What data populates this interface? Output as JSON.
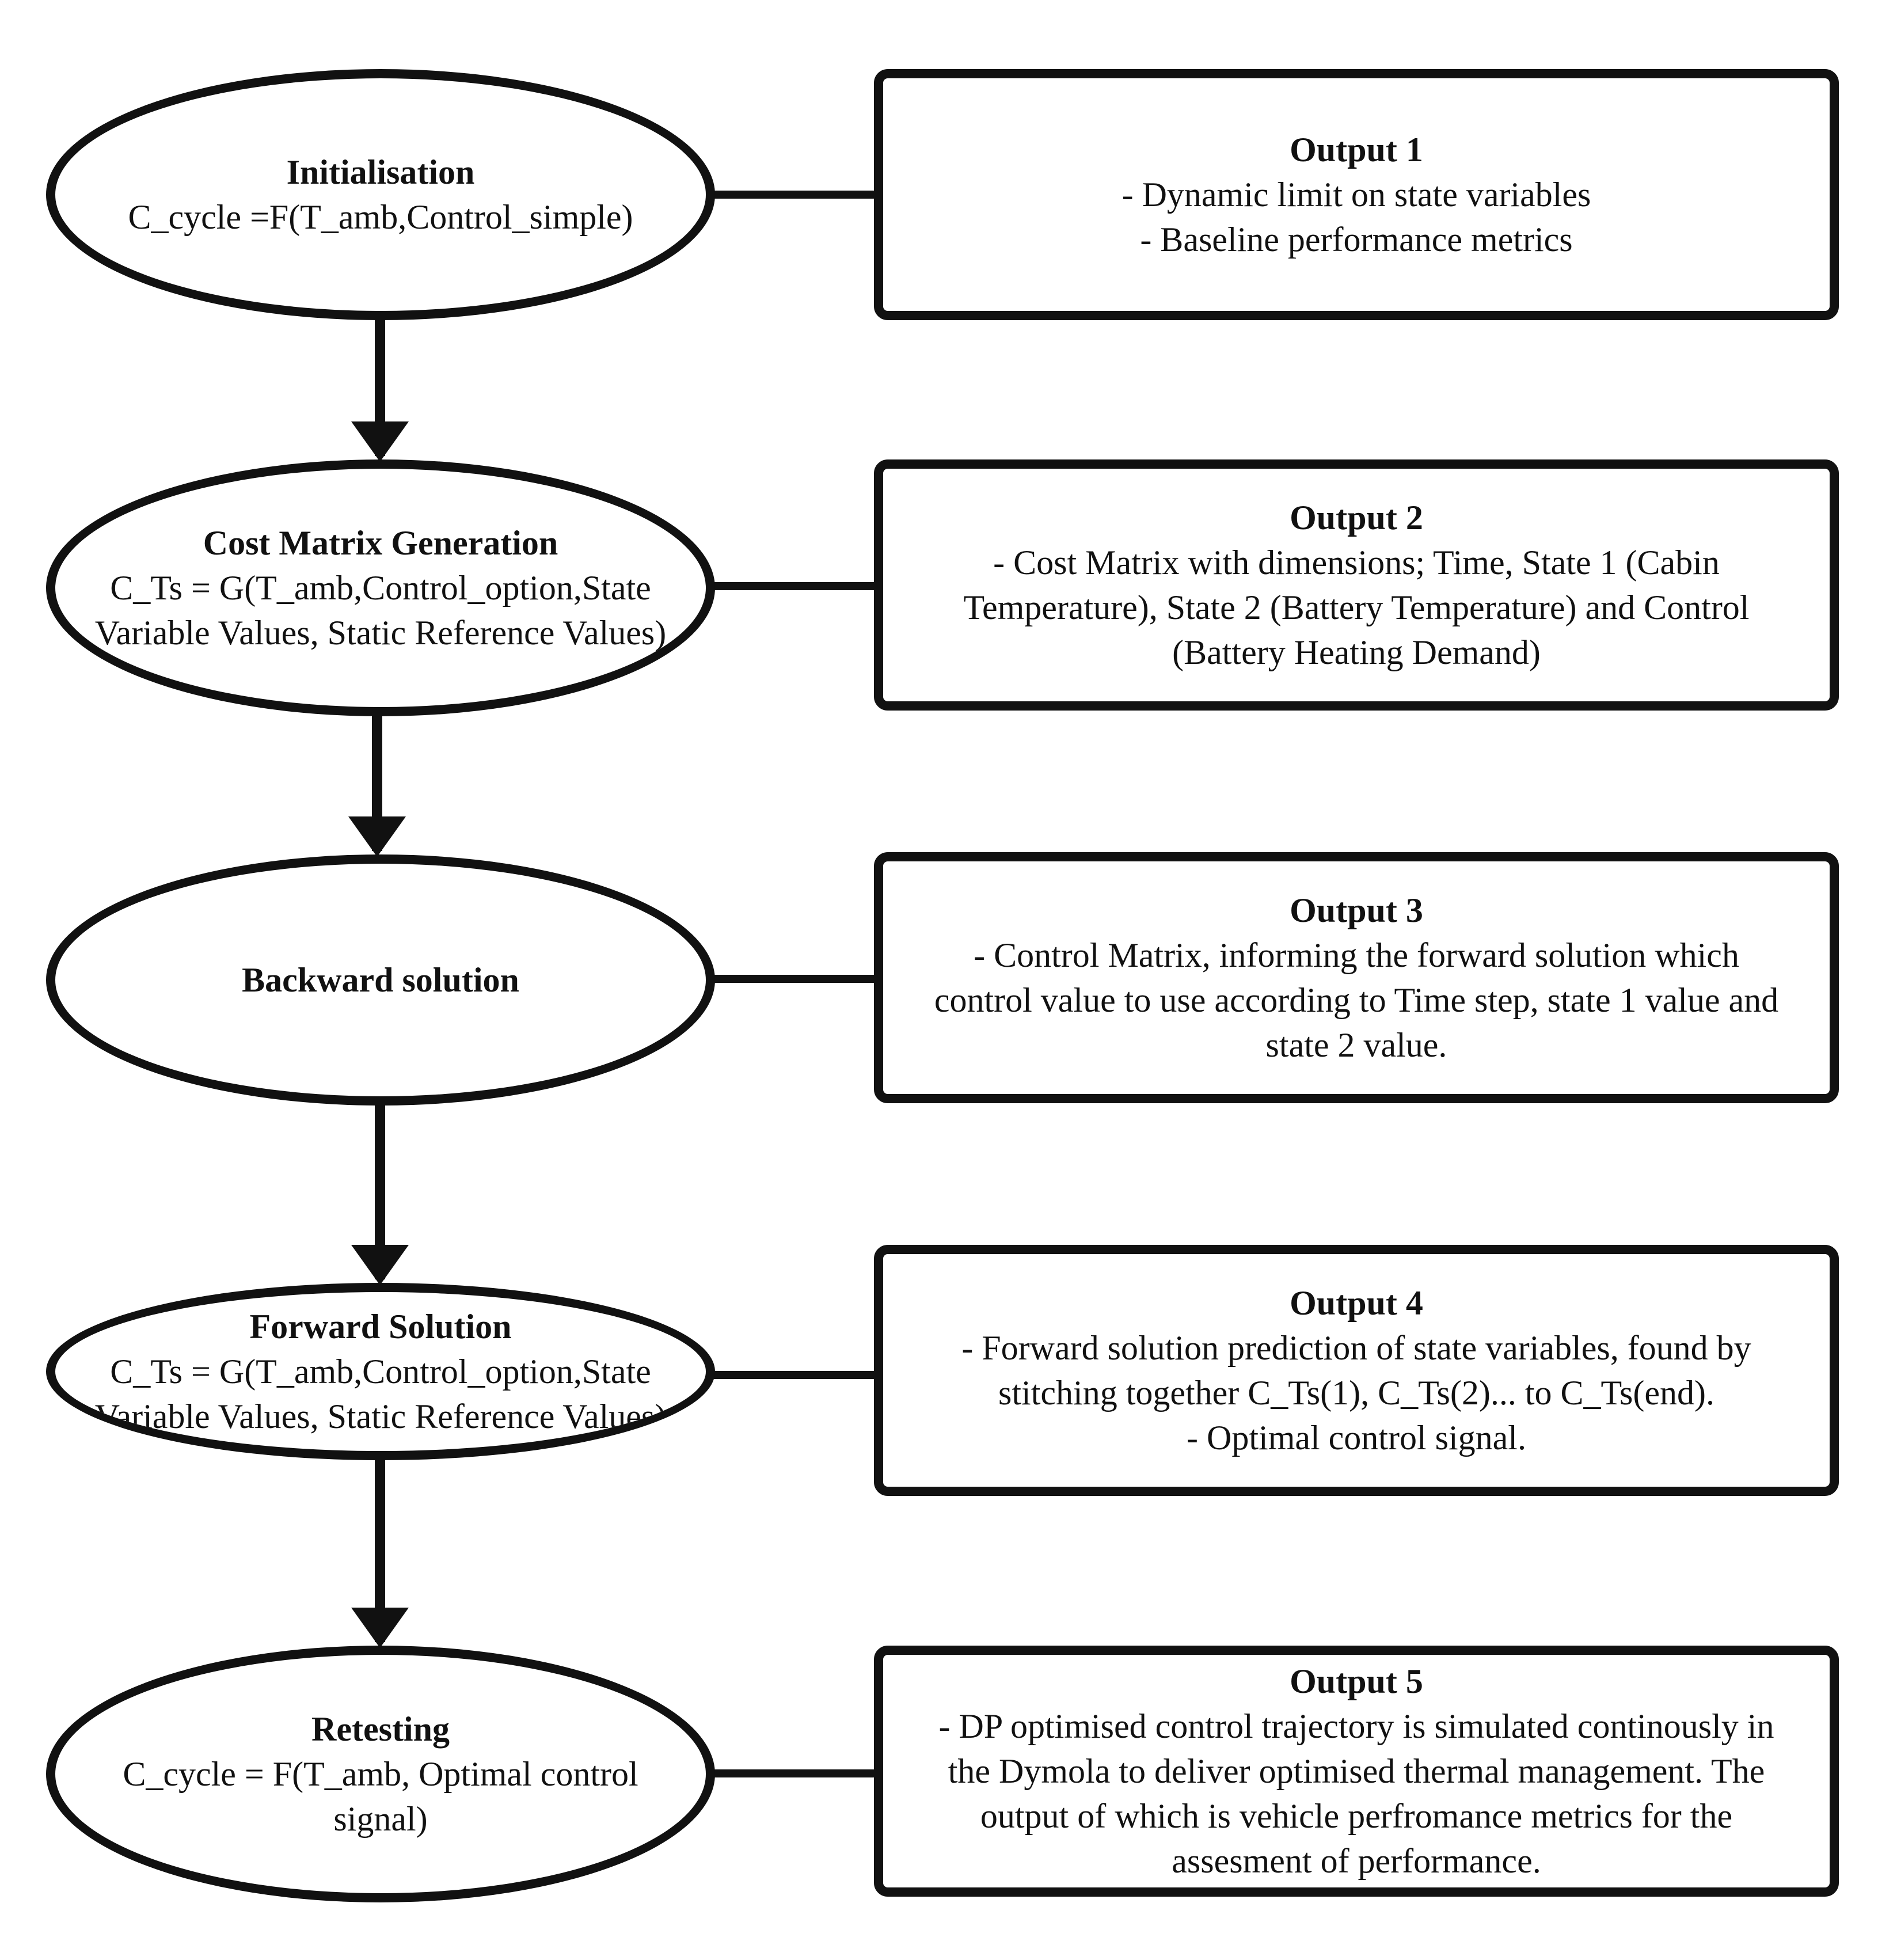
{
  "steps": [
    {
      "title": "Initialisation",
      "lines": [
        "C_cycle =F(T_amb,Control_simple)"
      ]
    },
    {
      "title": "Cost Matrix Generation",
      "lines": [
        "C_Ts = G(T_amb,Control_option,State",
        "Variable Values, Static Reference Values)"
      ]
    },
    {
      "title": "Backward solution",
      "lines": []
    },
    {
      "title": "Forward Solution",
      "lines": [
        "C_Ts =  G(T_amb,Control_option,State",
        "Variable Values, Static Reference Values)"
      ]
    },
    {
      "title": "Retesting",
      "lines": [
        "C_cycle = F(T_amb, Optimal control",
        "signal)"
      ]
    }
  ],
  "outputs": [
    {
      "title": "Output 1",
      "lines": [
        "- Dynamic limit on state variables",
        "- Baseline performance metrics"
      ]
    },
    {
      "title": "Output 2",
      "lines": [
        "- Cost Matrix with dimensions; Time, State 1 (Cabin",
        "Temperature), State 2 (Battery Temperature) and Control",
        "(Battery Heating Demand)"
      ]
    },
    {
      "title": "Output 3",
      "lines": [
        "- Control Matrix, informing the forward solution which",
        "control value to use according to Time step, state 1 value and",
        "state 2 value."
      ]
    },
    {
      "title": "Output 4",
      "lines": [
        "- Forward solution prediction of state variables, found by",
        "stitching together C_Ts(1), C_Ts(2)... to C_Ts(end).",
        "- Optimal control signal."
      ]
    },
    {
      "title": "Output 5",
      "lines": [
        "- DP optimised control trajectory is simulated continously in",
        "the Dymola to deliver optimised thermal management. The",
        "output of  which is vehicle perfromance metrics for the",
        "assesment of performance."
      ]
    }
  ]
}
